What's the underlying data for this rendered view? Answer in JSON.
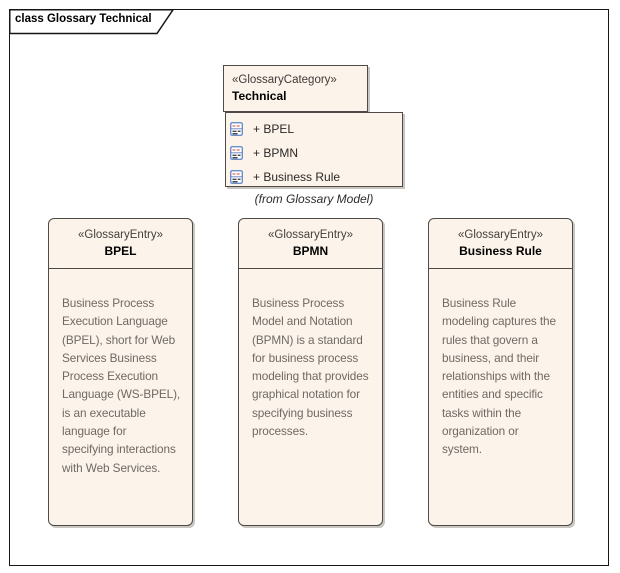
{
  "frame": {
    "label": "class Glossary Technical"
  },
  "category": {
    "stereotype": "«GlossaryCategory»",
    "name": "Technical",
    "attributes": [
      {
        "label": "+ BPEL"
      },
      {
        "label": "+ BPMN"
      },
      {
        "label": "+ Business Rule"
      }
    ],
    "from_note": "(from Glossary Model)"
  },
  "entries": [
    {
      "stereotype": "«GlossaryEntry»",
      "name": "BPEL",
      "description": "Business Process Execution Language (BPEL), short for Web Services Business Process Execution Language (WS-BPEL), is an executable language for specifying interactions with Web Services."
    },
    {
      "stereotype": "«GlossaryEntry»",
      "name": "BPMN",
      "description": "Business Process Model and Notation (BPMN) is a standard for business process modeling that provides graphical notation for specifying business processes."
    },
    {
      "stereotype": "«GlossaryEntry»",
      "name": "Business Rule",
      "description": "Business Rule modeling captures the rules that govern a business, and their relationships with the entities and specific tasks within the organization or system."
    }
  ],
  "colors": {
    "element_fill": "#fcf3ea",
    "element_border": "#4e4a47",
    "shadow": "#c9c5c1",
    "frame_border": "#161616",
    "body_text": "#6f6a64",
    "icon_blue": "#6b8fc9",
    "icon_red": "#e8837f"
  }
}
